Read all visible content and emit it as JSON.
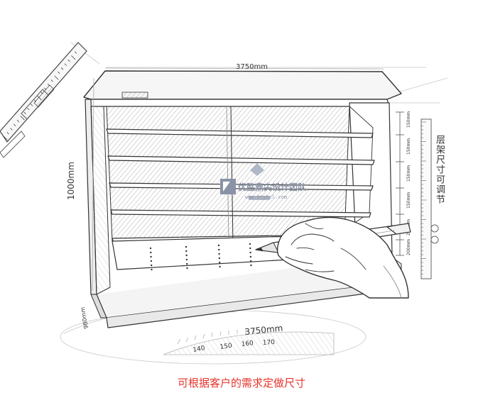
{
  "dimensions": {
    "top_width": "3750mm",
    "height": "1000mm",
    "bottom_width": "3750mm",
    "depth": "980mm",
    "shelf_gaps": [
      "150mm",
      "150mm",
      "150mm",
      "150mm",
      "200mm",
      "200mm"
    ]
  },
  "side_note": "层架尺寸可调节",
  "watermark": {
    "name": "优胜鼎尖设计团队",
    "url": "www.htykzl.com"
  },
  "protractor_ticks": [
    "150",
    "140",
    "160",
    "170"
  ],
  "caption": "可根据客户的需求定做尺寸",
  "colors": {
    "line": "#333333",
    "caption": "#e8332a",
    "watermark": "#8a93a6"
  }
}
